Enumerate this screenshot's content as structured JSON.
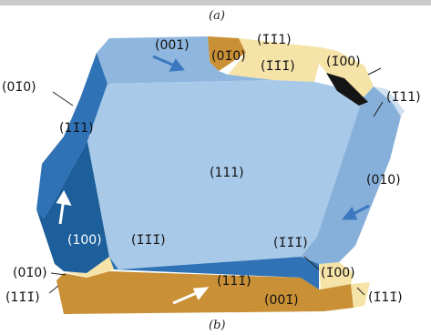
{
  "caption_top": "(a)",
  "caption_bottom": "(b)",
  "faces": {
    "top_001": "(001)",
    "top_0m10": "(01̄0)",
    "top_m1m11": "(1̄1̄1)",
    "top_m1m1m1": "(1̄1̄1̄)",
    "top_m100": "(1̄00)",
    "right_m111": "(1̄11)",
    "left_0m10": "(01̄0)",
    "left_1m11": "(11̄1)",
    "center_111": "(111)",
    "right_010": "(010)",
    "bl_100": "(100)",
    "bl_m1m1m1": "(1̄1̄1̄)",
    "bl_0m10": "(01̄0)",
    "bl_1m1m1": "(11̄1̄)",
    "bottom_11m1": "(111̄)",
    "bottom_00m1": "(001̄)",
    "br_m1m1m1": "(1̄1̄1̄)",
    "br_m100": "(1̄00)",
    "br_m11m1": "(1̄11̄)"
  },
  "colors": {
    "light_blue": "#a9c9e8",
    "mid_blue": "#86b0da",
    "dark_blue": "#2f73b6",
    "deep_blue": "#1c5f9b",
    "gold": "#c99036",
    "pale_yellow": "#f6e3a8",
    "arrow_blue": "#3b78bf"
  }
}
